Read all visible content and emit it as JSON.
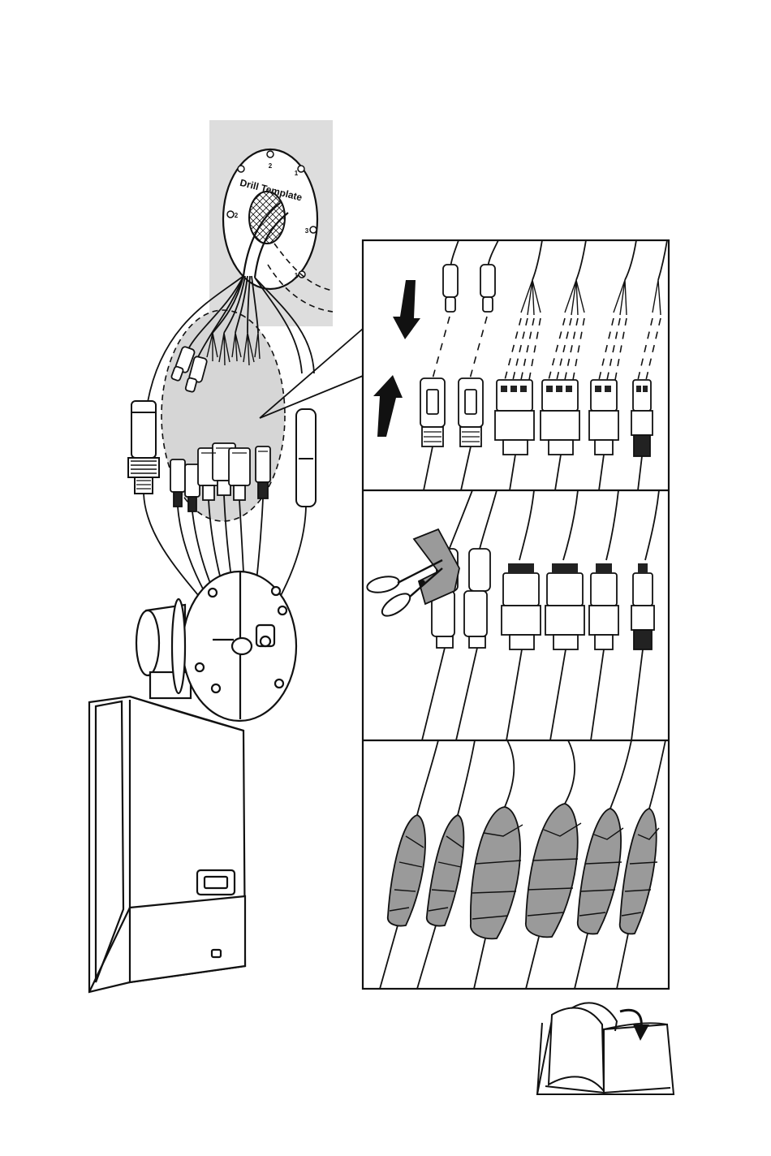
{
  "drill_template": {
    "label": "Drill Template",
    "hole_numbers": [
      "2",
      "1",
      "2",
      "3",
      "1"
    ]
  },
  "colors": {
    "ink": "#111111",
    "wall": "#dddddd",
    "highlight": "#d6d6d6",
    "tape": "#9a9a9a",
    "paper": "#ffffff"
  },
  "icons": {
    "push_arrows": "double-arrow-icon",
    "scissors": "scissors-icon",
    "manual": "open-book-icon",
    "page_turn": "curved-arrow-icon"
  }
}
